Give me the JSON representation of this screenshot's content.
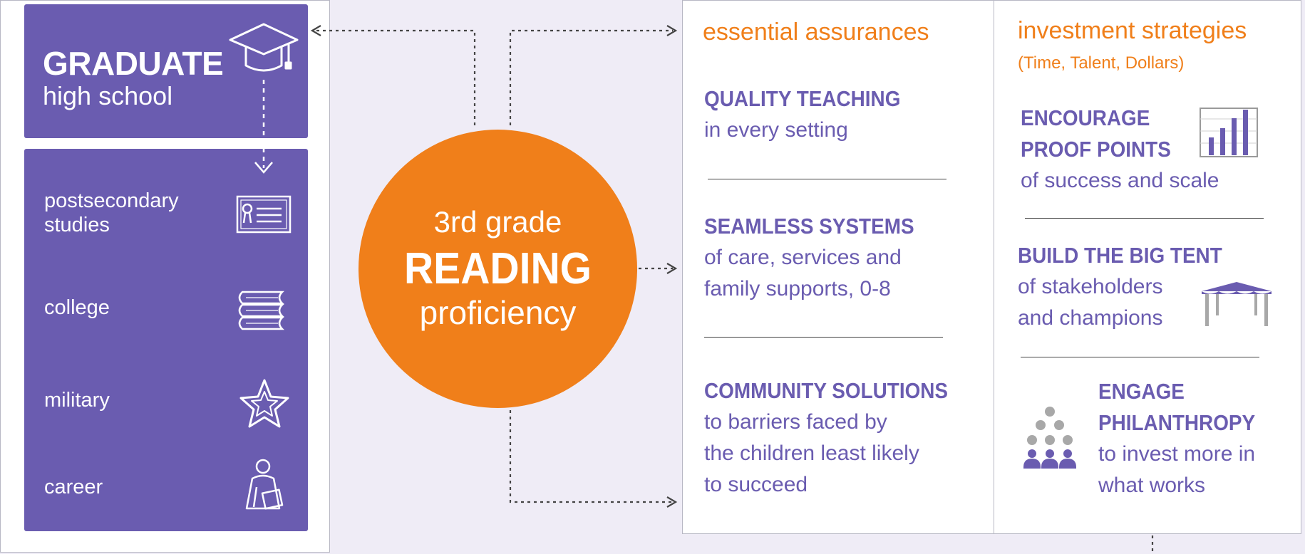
{
  "graduate": {
    "title": "GRADUATE",
    "subtitle": "high school"
  },
  "pathways": [
    {
      "label": "postsecondary studies",
      "line1": "postsecondary",
      "line2": "studies",
      "icon": "diploma-icon"
    },
    {
      "label": "college",
      "icon": "book-stack-icon"
    },
    {
      "label": "military",
      "icon": "star-icon"
    },
    {
      "label": "career",
      "icon": "worker-icon"
    }
  ],
  "center": {
    "line1": "3rd grade",
    "line2": "READING",
    "line3": "proficiency"
  },
  "essentials": {
    "heading": "essential assurances",
    "items": [
      {
        "title": "QUALITY TEACHING",
        "lines": [
          "in every setting"
        ]
      },
      {
        "title": "SEAMLESS SYSTEMS",
        "lines": [
          "of care, services and",
          "family supports, 0-8"
        ]
      },
      {
        "title": "COMMUNITY SOLUTIONS",
        "lines": [
          "to barriers faced by",
          "the children least likely",
          "to succeed"
        ]
      }
    ]
  },
  "investment": {
    "heading": "investment strategies",
    "subheading": "(Time, Talent, Dollars)",
    "items": [
      {
        "title_lines": [
          "ENCOURAGE",
          "PROOF POINTS"
        ],
        "lines": [
          "of success and scale"
        ],
        "icon": "bar-chart-icon"
      },
      {
        "title_lines": [
          "BUILD THE BIG TENT"
        ],
        "lines": [
          "of stakeholders",
          "and champions"
        ],
        "icon": "tent-icon"
      },
      {
        "title_lines": [
          "ENGAGE",
          "PHILANTHROPY"
        ],
        "lines": [
          "to invest more in",
          "what works"
        ],
        "icon": "people-group-icon"
      }
    ]
  },
  "colors": {
    "purple": "#6a5cb0",
    "orange": "#f07f1a",
    "background": "#efecf6"
  }
}
